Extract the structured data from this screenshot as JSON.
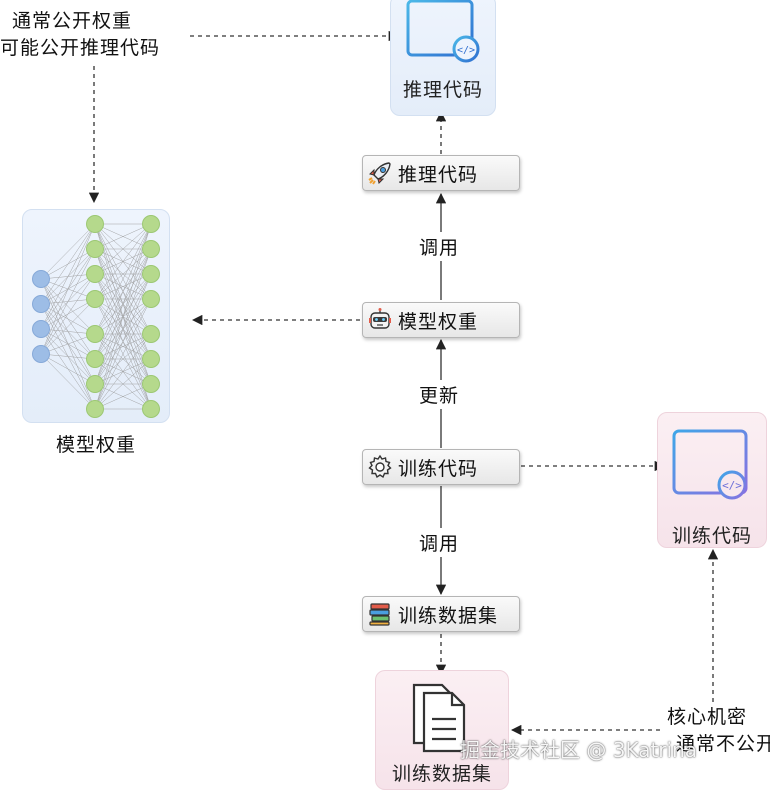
{
  "notes": {
    "weights_line1": "通常公开权重",
    "weights_line2": "可能公开推理代码",
    "secret_line1": "核心机密",
    "secret_line2": "通常不公开"
  },
  "cards": {
    "inference_code": "推理代码",
    "model_weights": "模型权重",
    "training_code": "训练代码",
    "training_data": "训练数据集"
  },
  "nodes": {
    "inference_code": "推理代码",
    "model_weights": "模型权重",
    "training_code": "训练代码",
    "training_data": "训练数据集"
  },
  "edges": {
    "call_1": "调用",
    "update": "更新",
    "call_2": "调用"
  },
  "watermark": "掘金技术社区 @ 3Katrina",
  "colors": {
    "input_neuron": "#9dbde6",
    "hidden_neuron": "#b5d98c",
    "code_icon_blue": "#2f8fd8",
    "code_icon_pink": "#7c7fe0",
    "card_blue_bg": "#e8f0fb",
    "card_pink_bg": "#f8e8ee"
  },
  "icons": {
    "inference_node": "rocket-icon",
    "weights_node": "robot-icon",
    "training_node": "gear-icon",
    "data_node": "books-icon",
    "data_card": "document-stack-icon",
    "code_card": "code-window-icon"
  }
}
